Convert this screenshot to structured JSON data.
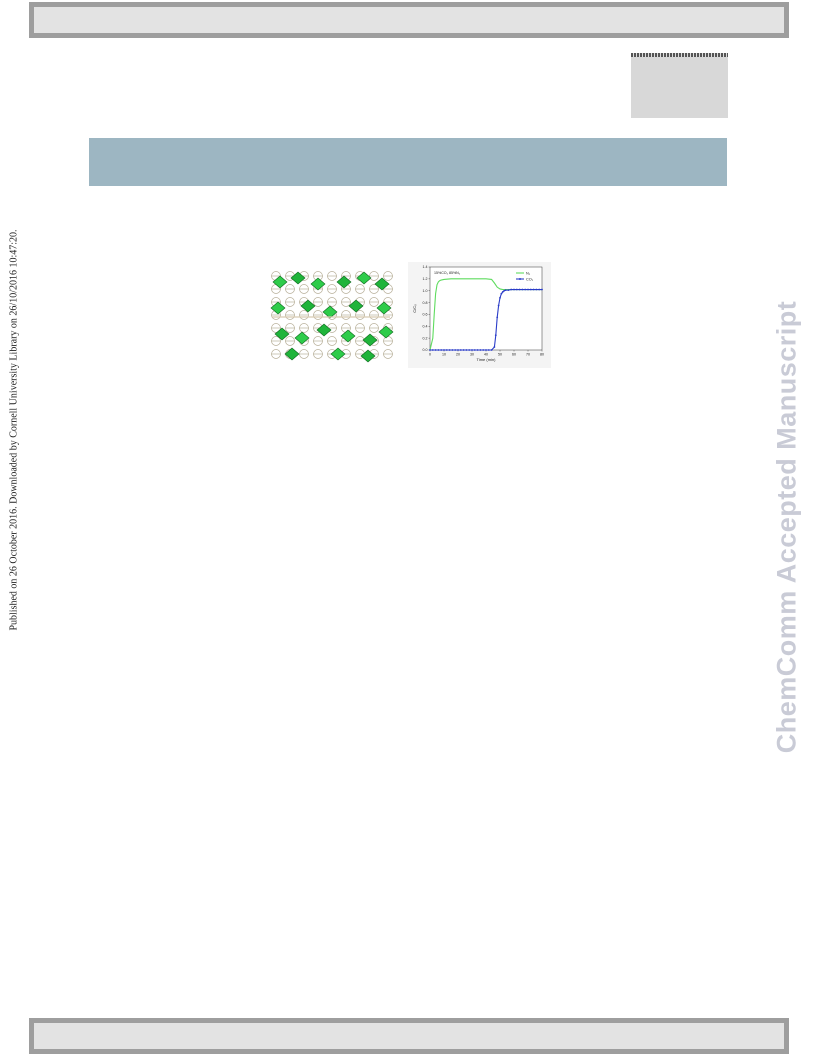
{
  "page": {
    "side_note": "Published on 26 October 2016. Downloaded by Cornell University Library on 26/10/2016 10:47:20.",
    "watermark": "ChemComm Accepted Manuscript"
  },
  "colors": {
    "title_band": "#9db6c2",
    "bar_border": "#9e9e9e",
    "watermark": "#c9cbd6",
    "series_green": "#5fdc5f",
    "series_blue": "#2a3cc8"
  },
  "figure": {
    "crystal_structure": {
      "description_icon": "crystal-structure-icon"
    }
  },
  "chart_data": {
    "type": "line",
    "xlabel": "Time (min)",
    "ylabel": "C/C₀",
    "xlim": [
      0,
      80
    ],
    "ylim": [
      0,
      1.4
    ],
    "xticks": [
      "0",
      "10",
      "20",
      "30",
      "40",
      "50",
      "60",
      "70",
      "80"
    ],
    "yticks": [
      "0.0",
      "0.2",
      "0.4",
      "0.6",
      "0.8",
      "1.0",
      "1.2",
      "1.4"
    ],
    "annotation": "15%CO₂ 85%N₂",
    "series": [
      {
        "name": "N₂",
        "color": "#5fdc5f",
        "marker": "none",
        "x": [
          0,
          2,
          3,
          4,
          5,
          6,
          7,
          8,
          10,
          15,
          20,
          30,
          40,
          44,
          46,
          48,
          50,
          52,
          55,
          60,
          70,
          80
        ],
        "y": [
          0,
          0.2,
          0.6,
          0.95,
          1.1,
          1.15,
          1.17,
          1.18,
          1.19,
          1.2,
          1.2,
          1.2,
          1.2,
          1.19,
          1.13,
          1.06,
          1.03,
          1.02,
          1.02,
          1.02,
          1.02,
          1.02
        ]
      },
      {
        "name": "CO₂",
        "color": "#2a3cc8",
        "marker": "circle",
        "x": [
          0,
          2,
          4,
          6,
          8,
          10,
          12,
          14,
          16,
          18,
          20,
          22,
          24,
          26,
          28,
          30,
          32,
          34,
          36,
          38,
          40,
          42,
          44,
          46,
          47,
          48,
          49,
          50,
          51,
          52,
          53,
          54,
          56,
          58,
          60,
          62,
          64,
          66,
          68,
          70,
          72,
          74,
          76,
          78,
          80
        ],
        "y": [
          0,
          0,
          0,
          0,
          0,
          0,
          0,
          0,
          0,
          0,
          0,
          0,
          0,
          0,
          0,
          0,
          0,
          0,
          0,
          0,
          0,
          0,
          0,
          0.05,
          0.25,
          0.55,
          0.75,
          0.88,
          0.95,
          0.98,
          1.0,
          1.01,
          1.01,
          1.02,
          1.02,
          1.02,
          1.02,
          1.02,
          1.02,
          1.02,
          1.02,
          1.02,
          1.02,
          1.02,
          1.02
        ]
      }
    ]
  }
}
